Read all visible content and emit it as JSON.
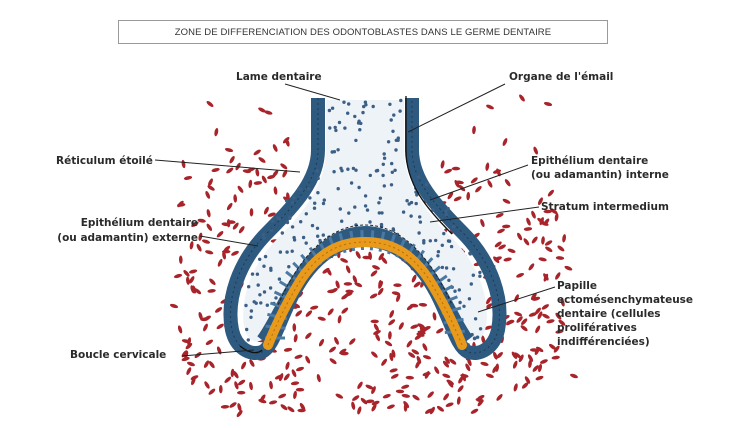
{
  "title": "ZONE DE DIFFERENCIATION DES ODONTOBLASTES DANS LE GERME DENTAIRE",
  "labels": {
    "lame_dentaire": "Lame dentaire",
    "organe_email": "Organe de l'émail",
    "reticulum": "Réticulum étoilé",
    "epith_interne_1": "Epithélium dentaire",
    "epith_interne_2": "(ou adamantin) interne",
    "stratum": "Stratum intermedium",
    "epith_externe_1": "Epithélium dentaire",
    "epith_externe_2": "(ou adamantin) externe",
    "papille_1": "Papille",
    "papille_2": "ectomésenchymateuse",
    "papille_3": "dentaire (cellules",
    "papille_4": "prolifératives",
    "papille_5": "indifférenciées)",
    "boucle": "Boucle cervicale"
  },
  "colors": {
    "epithelium": "#2f5a80",
    "epithelium_light": "#4a7aa3",
    "preameloblast": "#e89a1c",
    "mesenchyme_cell": "#a8242a",
    "reticulum_dot": "#3c5f86",
    "line": "#222222"
  }
}
